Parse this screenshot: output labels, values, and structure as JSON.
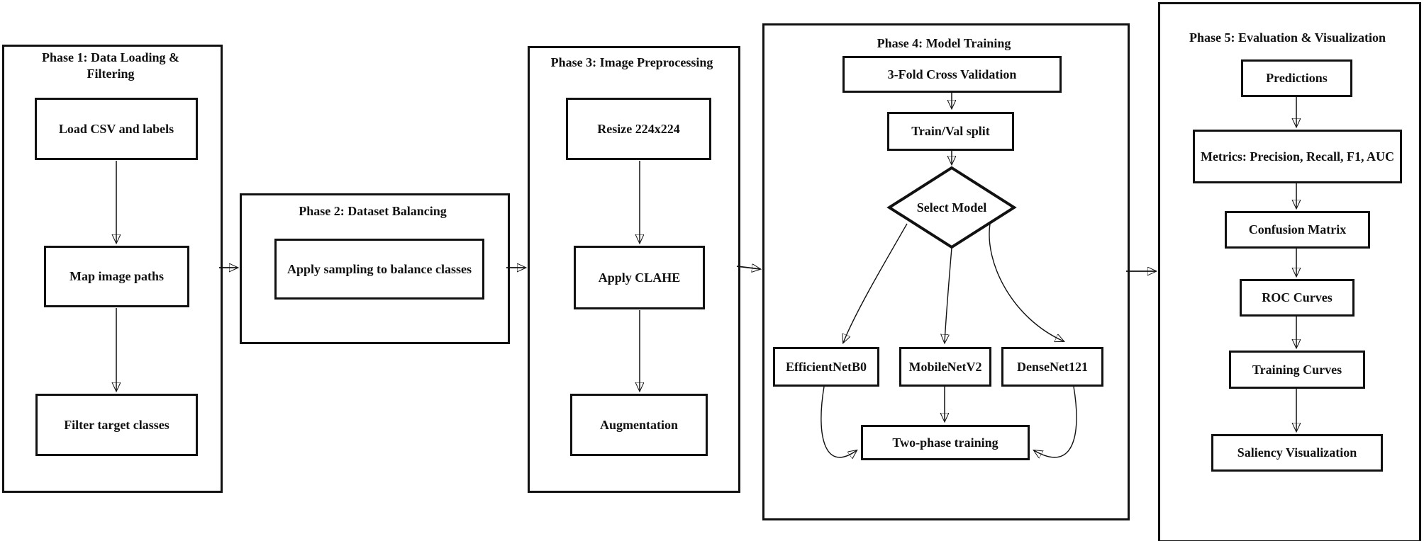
{
  "diagram": {
    "type": "flowchart",
    "colors": {
      "stroke": "#111111",
      "background": "#ffffff",
      "text": "#111111"
    },
    "phases": [
      {
        "title": "Phase 1: Data Loading & Filtering",
        "nodes": [
          {
            "label": "Load CSV and labels"
          },
          {
            "label": "Map image paths"
          },
          {
            "label": "Filter target classes"
          }
        ]
      },
      {
        "title": "Phase 2: Dataset Balancing",
        "nodes": [
          {
            "label": "Apply sampling to balance classes"
          }
        ]
      },
      {
        "title": "Phase 3: Image Preprocessing",
        "nodes": [
          {
            "label": "Resize 224x224"
          },
          {
            "label": "Apply CLAHE"
          },
          {
            "label": "Augmentation"
          }
        ]
      },
      {
        "title": "Phase 4: Model Training",
        "nodes": [
          {
            "label": "3-Fold Cross Validation"
          },
          {
            "label": "Train/Val split"
          },
          {
            "label": "Select Model",
            "shape": "diamond"
          },
          {
            "label": "EfficientNetB0"
          },
          {
            "label": "MobileNetV2"
          },
          {
            "label": "DenseNet121"
          },
          {
            "label": "Two-phase training"
          }
        ]
      },
      {
        "title": "Phase 5: Evaluation & Visualization",
        "nodes": [
          {
            "label": "Predictions"
          },
          {
            "label": "Metrics: Precision, Recall, F1, AUC"
          },
          {
            "label": "Confusion Matrix"
          },
          {
            "label": "ROC Curves"
          },
          {
            "label": "Training Curves"
          },
          {
            "label": "Saliency Visualization"
          }
        ]
      }
    ]
  }
}
